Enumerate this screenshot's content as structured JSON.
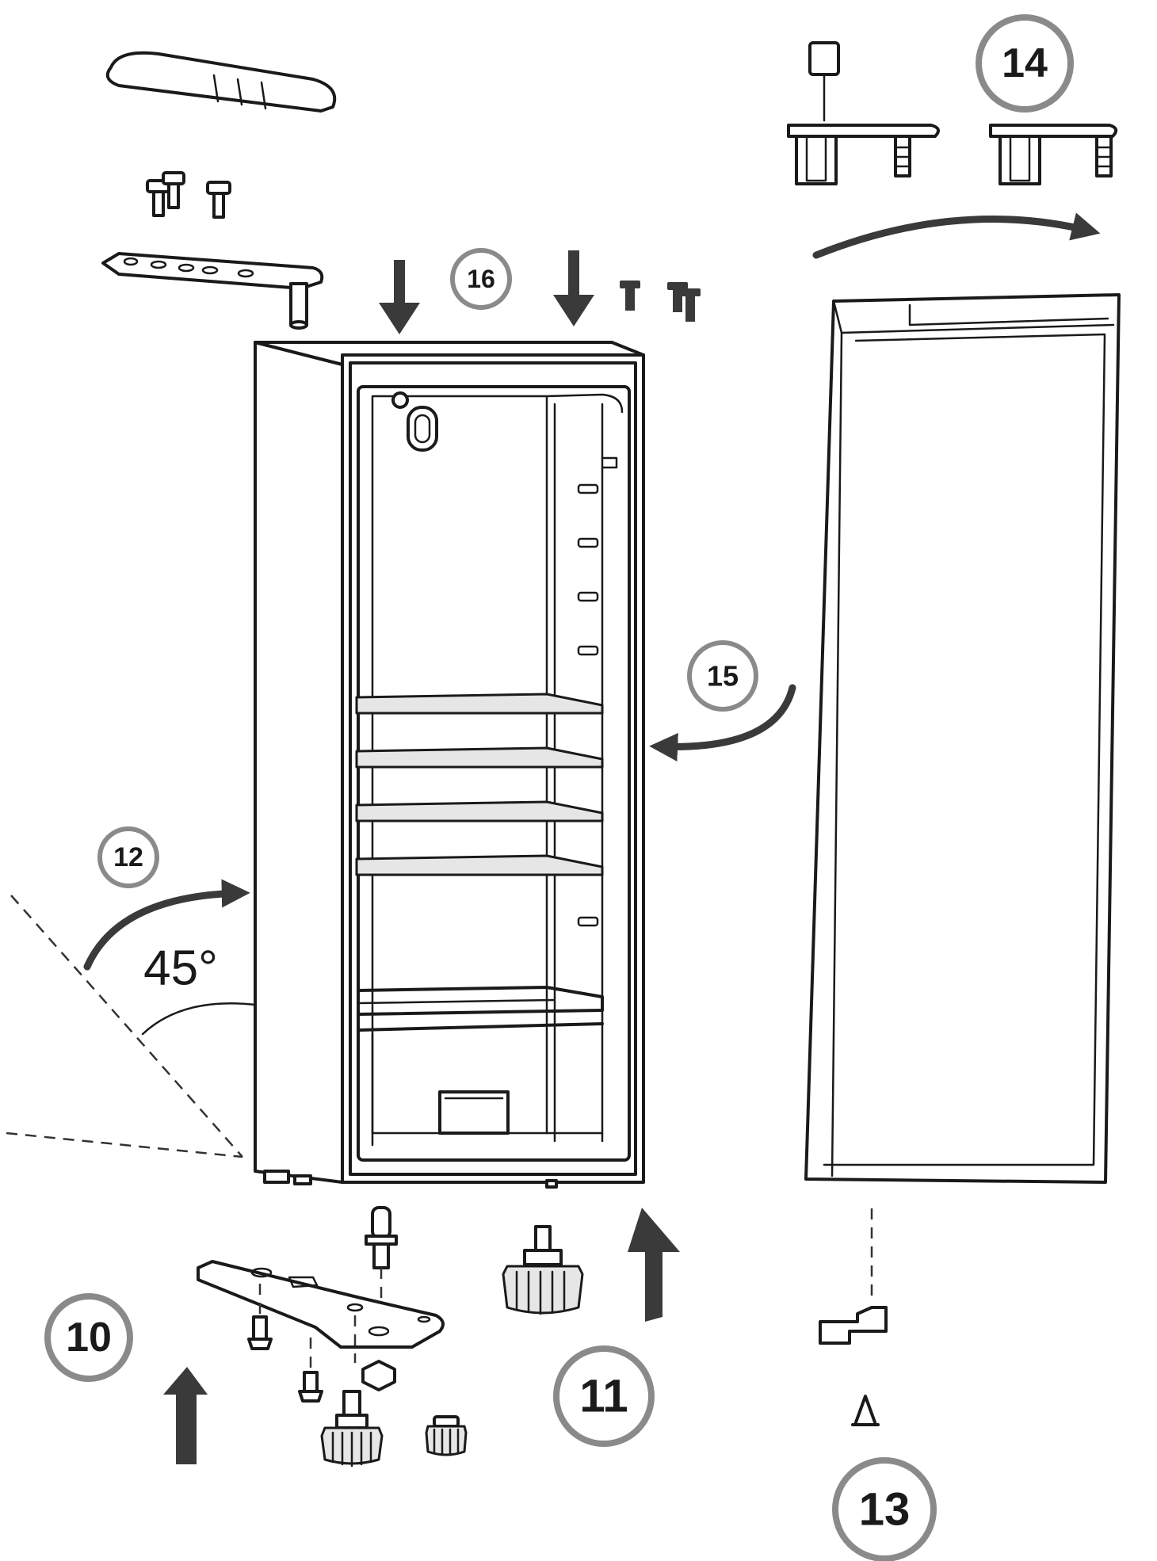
{
  "colors": {
    "line": "#1a1a1a",
    "arrow": "#3a3a3a",
    "badge_ring": "#8a8a8a",
    "background": "#ffffff"
  },
  "labels": {
    "step_10": "10",
    "step_11": "11",
    "step_12": "12",
    "step_13": "13",
    "step_14": "14",
    "step_15": "15",
    "step_16": "16",
    "angle": "45°"
  }
}
